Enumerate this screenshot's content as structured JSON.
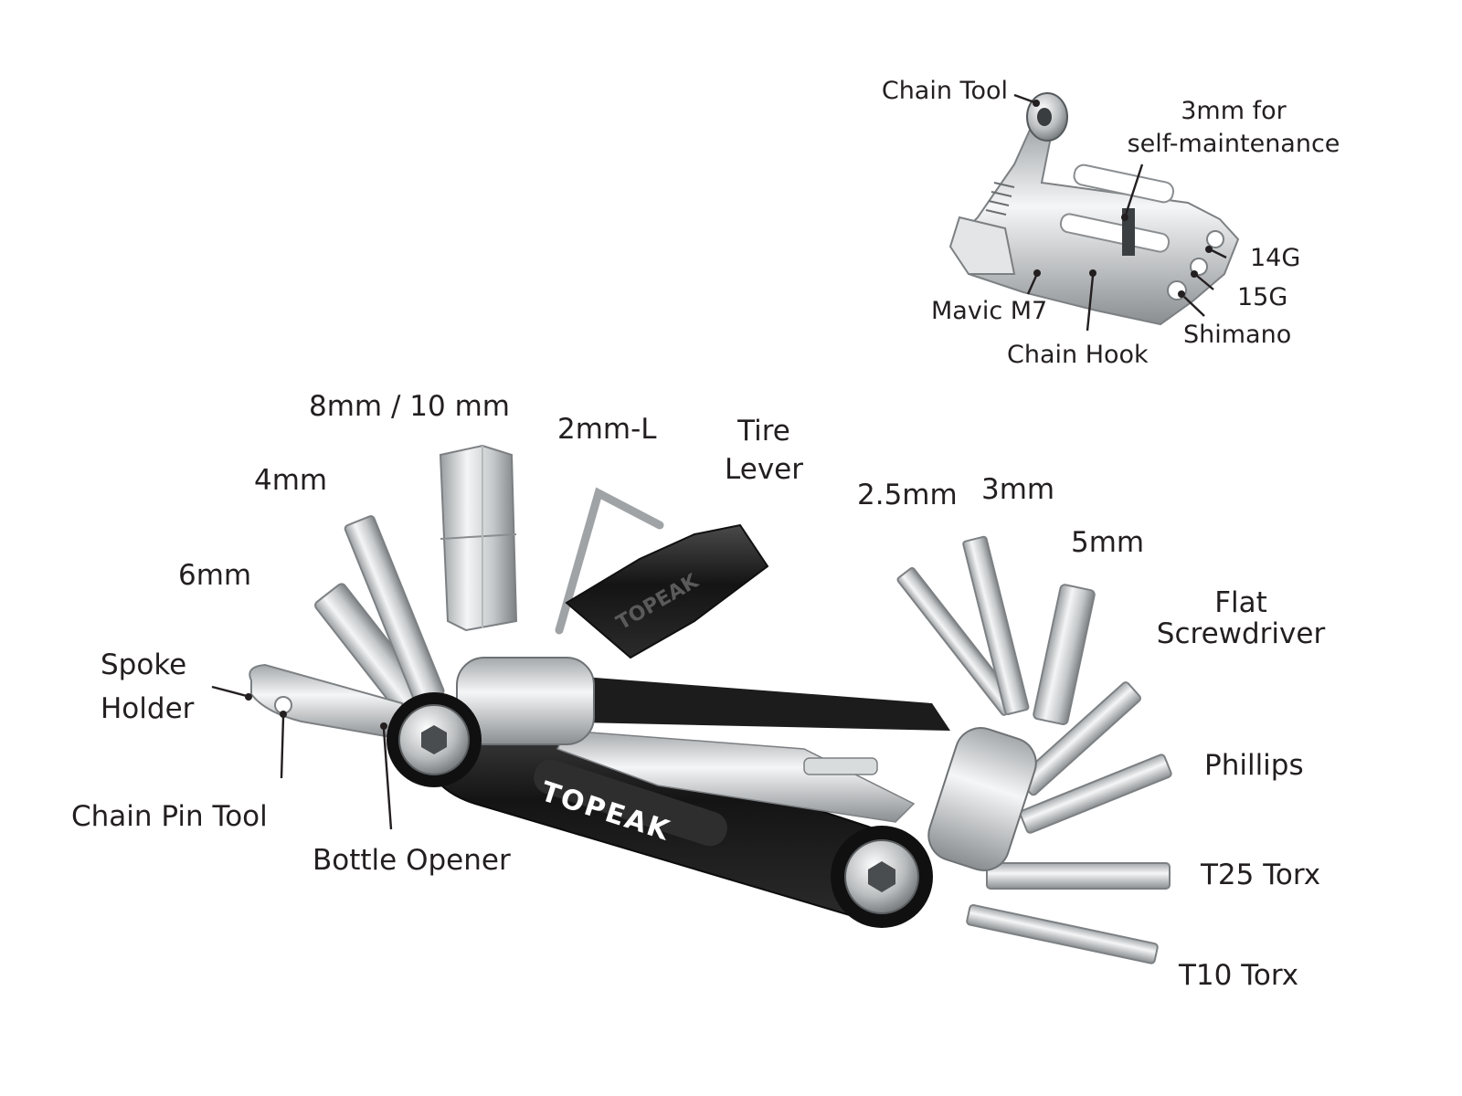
{
  "colors": {
    "text": "#231f20",
    "black_body": "#1a1a1a",
    "chrome": "#cfd2d4",
    "chrome_dark": "#8d9194",
    "brand_text": "#ffffff"
  },
  "brand": "TOPEAK",
  "labels": {
    "chain_tool": "Chain Tool",
    "three_mm_line1": "3mm for",
    "three_mm_line2": "self-maintenance",
    "g14": "14G",
    "g15": "15G",
    "shimano": "Shimano",
    "mavic": "Mavic M7",
    "chain_hook": "Chain Hook",
    "eight_ten": "8mm / 10 mm",
    "two_l": "2mm-L",
    "tire_lever_line1": "Tire",
    "tire_lever_line2": "Lever",
    "four": "4mm",
    "six": "6mm",
    "spoke_holder_line1": "Spoke",
    "spoke_holder_line2": "Holder",
    "chain_pin_tool": "Chain Pin Tool",
    "bottle_opener": "Bottle Opener",
    "two_five": "2.5mm",
    "three": "3mm",
    "five": "5mm",
    "flat_line1": "Flat",
    "flat_line2": "Screwdriver",
    "phillips": "Phillips",
    "t25": "T25 Torx",
    "t10": "T10 Torx"
  }
}
